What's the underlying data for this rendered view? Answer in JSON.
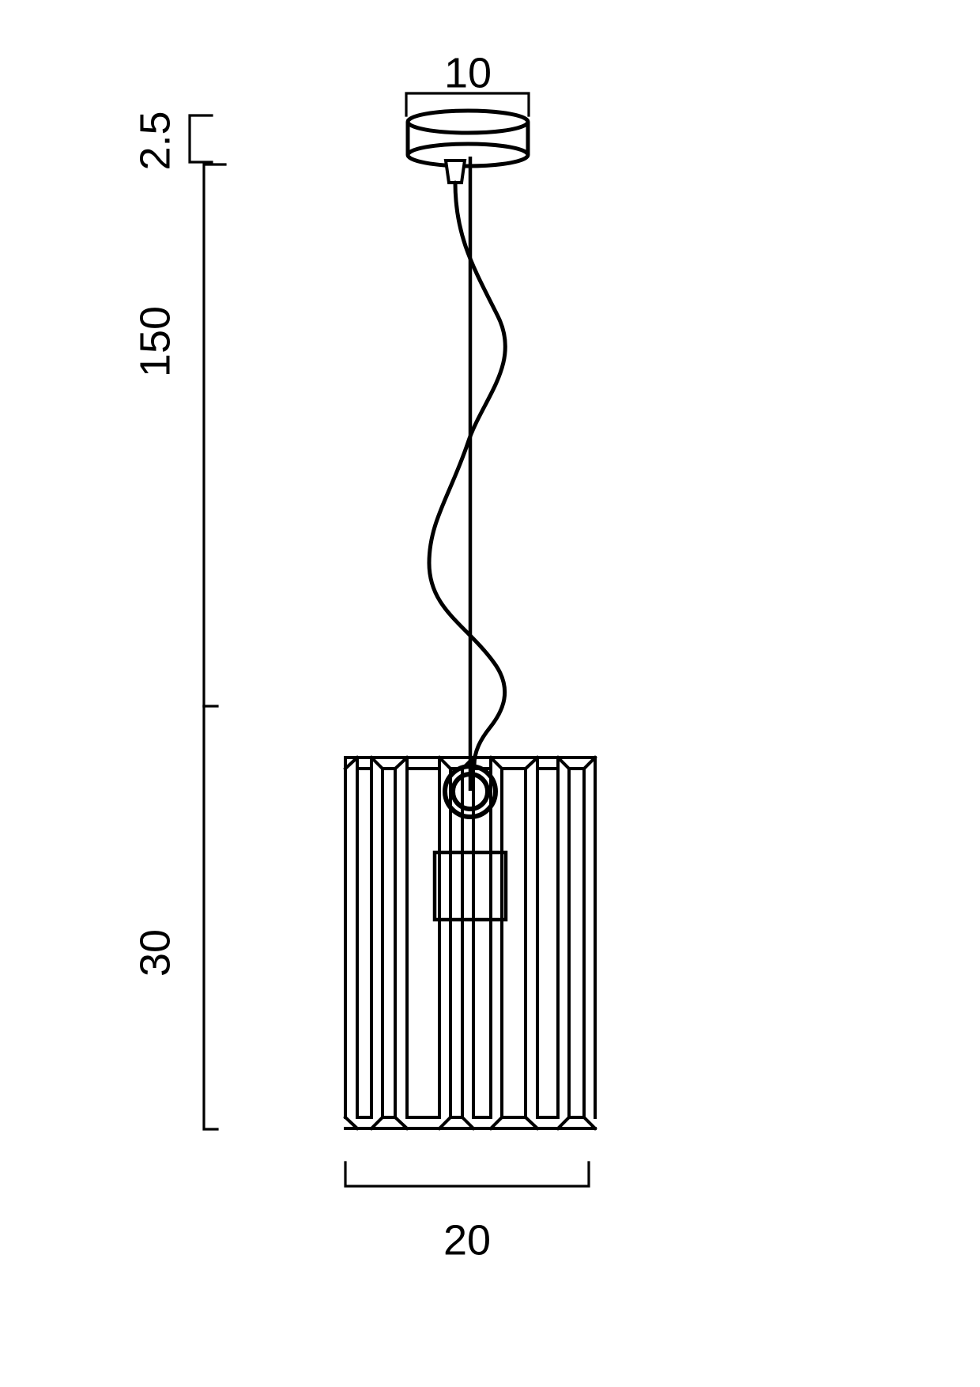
{
  "drawing": {
    "type": "technical-dimension-drawing",
    "subject": "pendant-light-fixture",
    "units": "cm",
    "line_color": "#000000",
    "background_color": "#ffffff"
  },
  "dimensions": {
    "canopy_diameter": {
      "label": "10",
      "orientation": "horizontal",
      "position": "top"
    },
    "canopy_height": {
      "label": "2.5",
      "orientation": "vertical-rotated",
      "position": "left"
    },
    "suspension_drop": {
      "label": "150",
      "orientation": "vertical-rotated",
      "position": "left"
    },
    "shade_height": {
      "label": "30",
      "orientation": "vertical-rotated",
      "position": "left"
    },
    "shade_diameter": {
      "label": "20",
      "orientation": "horizontal",
      "position": "bottom"
    }
  },
  "parts": {
    "canopy": "ceiling-canopy-cylinder",
    "cable_grip": "cable-grip-trapezoid",
    "cable": "wavy-suspension-cable",
    "rod": "straight-suspension-rod",
    "ring": "suspension-ring",
    "shade": "fluted-cylindrical-shade",
    "lamp_holder": "rectangular-lamp-holder"
  }
}
